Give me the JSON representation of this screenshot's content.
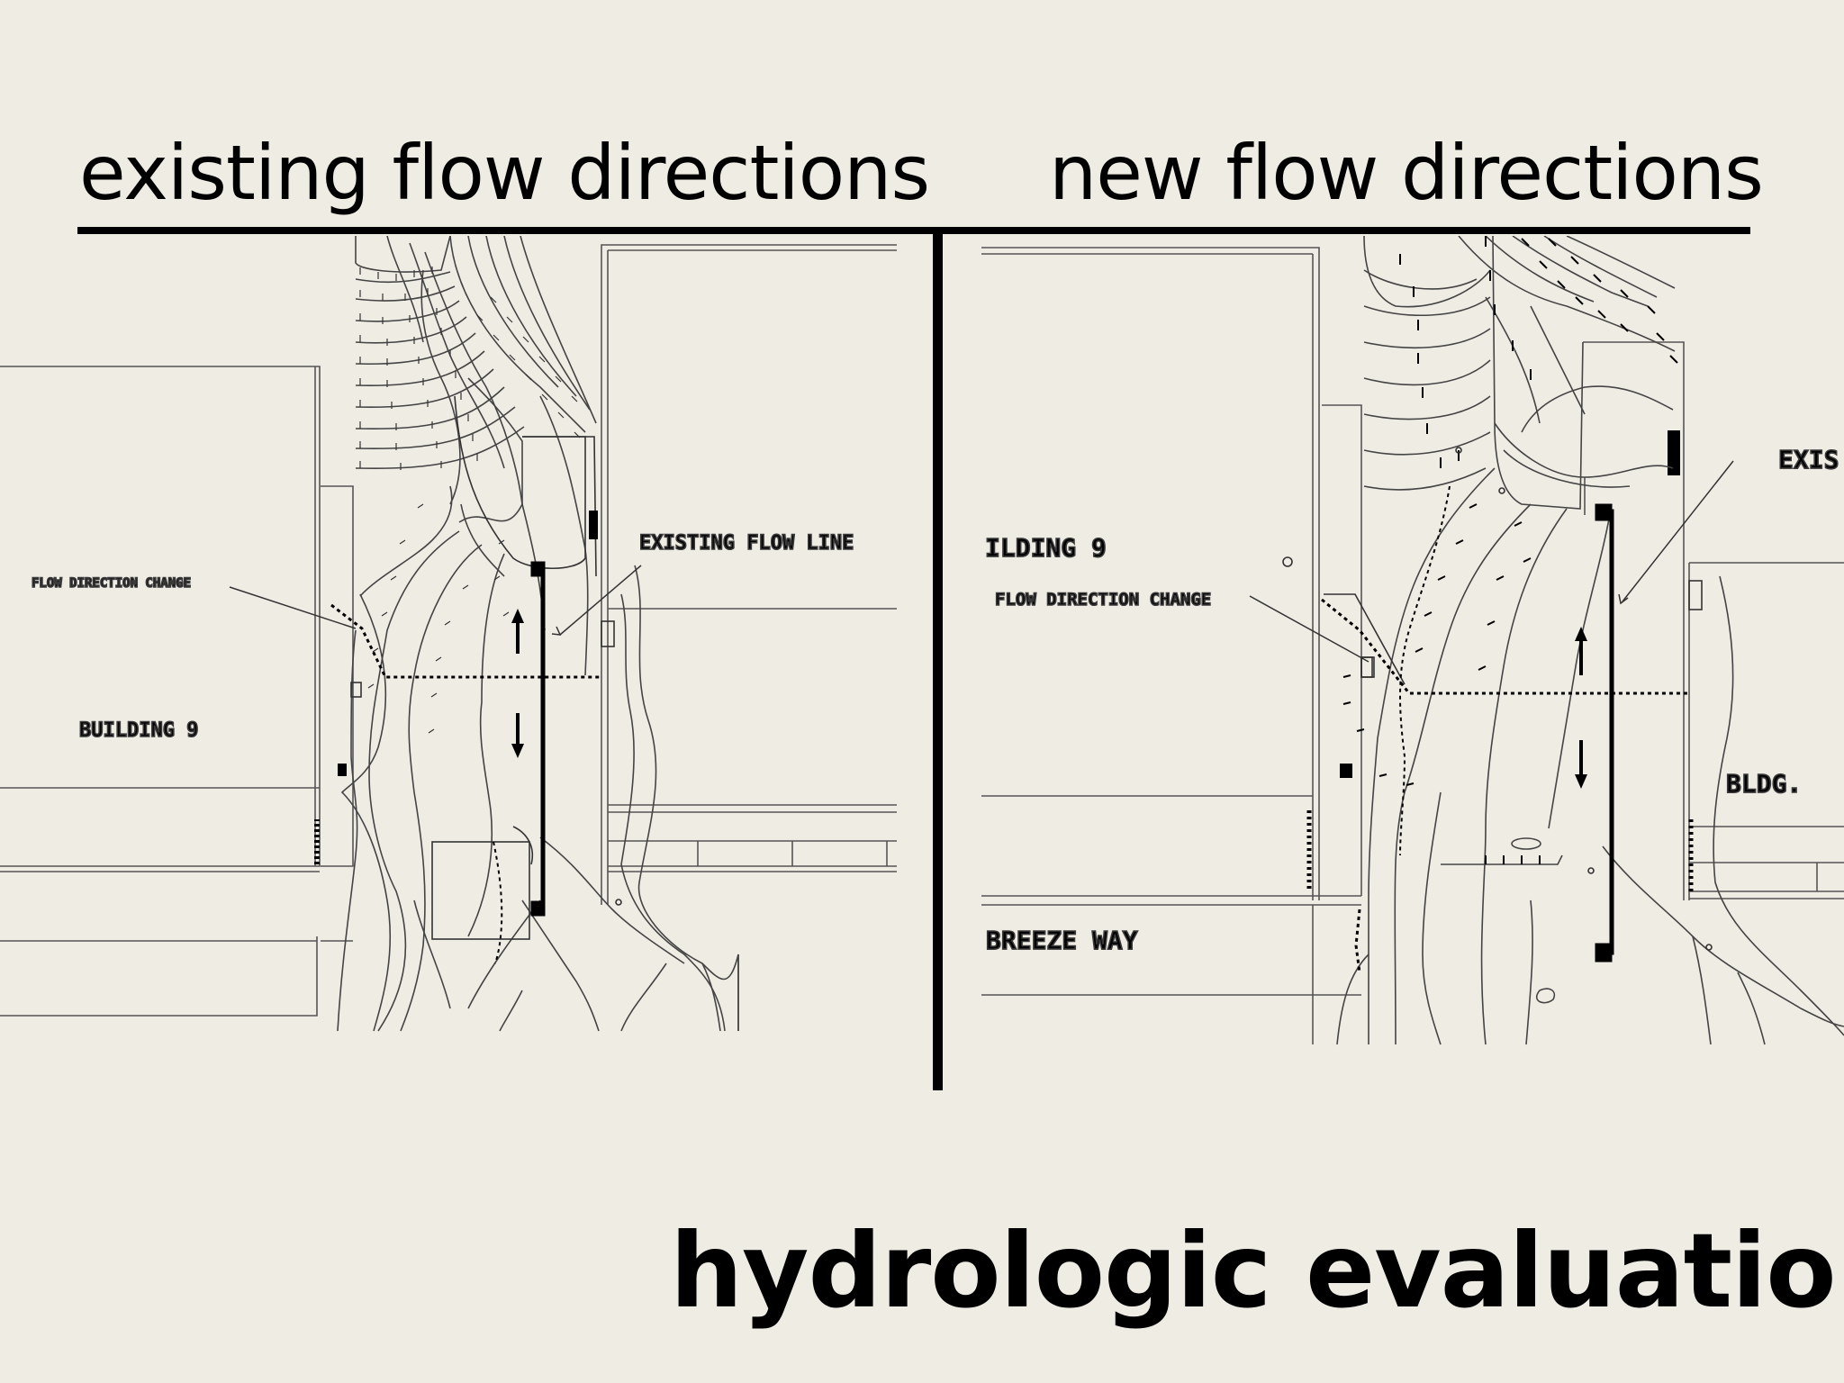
{
  "left_panel": {
    "heading": "existing flow directions",
    "labels": {
      "flow_direction_change": "FLOW DIRECTION CHANGE",
      "existing_flow_line": "EXISTING FLOW LINE",
      "building": "BUILDING 9"
    }
  },
  "right_panel": {
    "heading": "new flow directions",
    "labels": {
      "building_partial": "ILDING 9",
      "flow_direction_change": "FLOW DIRECTION CHANGE",
      "breeze_way": "BREEZE WAY",
      "exis_partial": "EXIS",
      "bldg": "BLDG."
    }
  },
  "footer": {
    "title": "hydrologic evaluation"
  },
  "colors": {
    "background": "#efece4",
    "ink": "#000000",
    "linework": "#3a3a3a"
  }
}
